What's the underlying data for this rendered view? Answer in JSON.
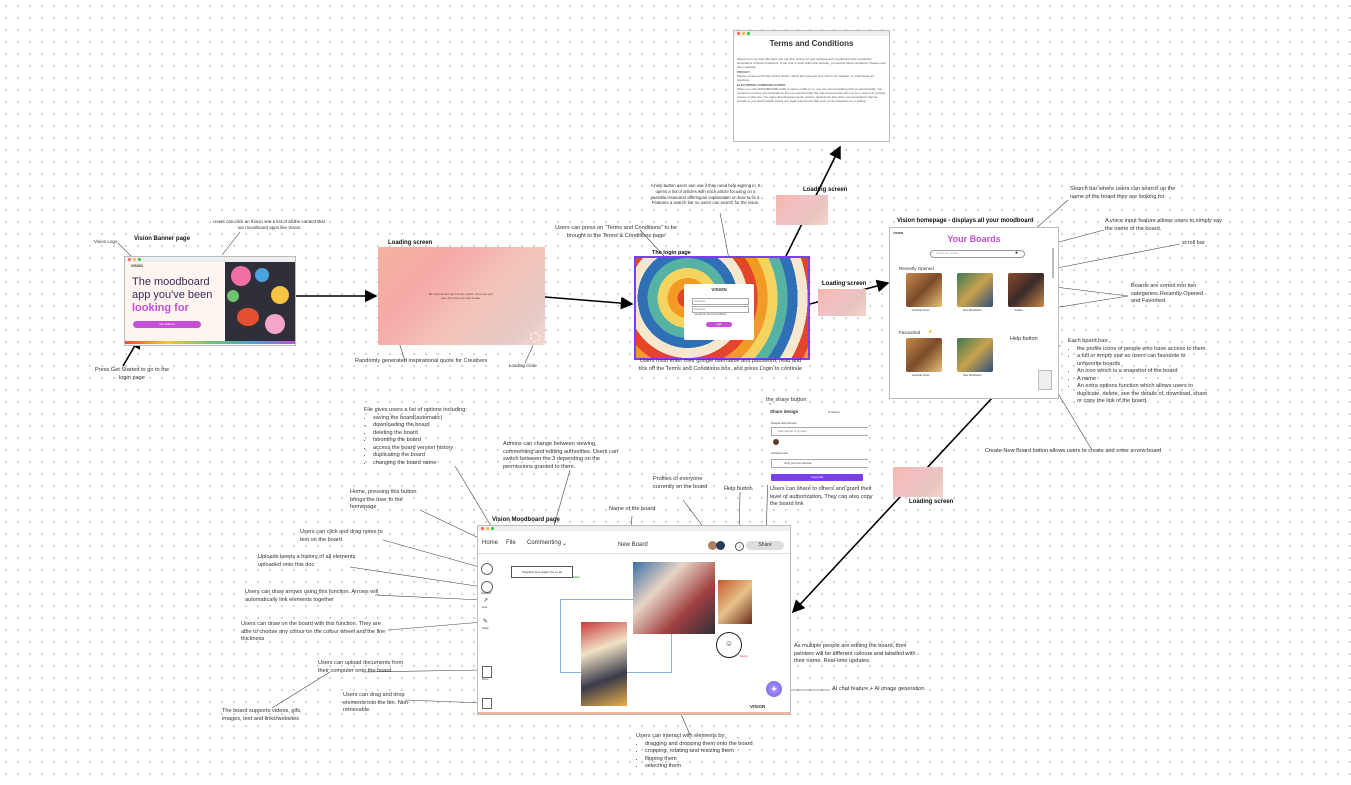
{
  "banner": {
    "title": "Vision Banner page",
    "logo_label": "Vision Logo",
    "menu_note": "Users can click on this to see a list of all the content that our moodboard apps like Vision",
    "headline_1": "The moodboard",
    "headline_2": "app you've been",
    "headline_3": "looking for",
    "get_started": "Get Started",
    "brand": "VISION",
    "press_note": "Press Get Started to go to the login page"
  },
  "loading1": {
    "title": "Loading screen",
    "quote": "Be curious and open to the world - the more you see, the more you can create.",
    "quote_note": "Randomly generated inspirational quote for Creatives",
    "circle_note": "Loading circle"
  },
  "terms": {
    "title": "Terms and Conditions",
    "p1": "Welcome to our site! Members can use this. Using our web software and moodboard tools constitutes acceptance of these conditions. If you visit or shop within this website, you accept these conditions. Please read them carefully.",
    "h_privacy": "PRIVACY",
    "p2": "Please review our Privacy Policy Notice, which also governs your visit to our website, to understand our practices.",
    "h_elec": "ELECTRONIC COMMUNICATIONS",
    "p3": "When you visit VISIONBOARD.COM or send e-mails to us, you are communicating with us electronically. You consent to receive communications from us electronically. We will communicate with you by e-mail or by posting notices on this site. You agree that all agreements, notices, disclosures and other communications that we provide to you electronically satisfy any legal requirement that such communications be in writing."
  },
  "login": {
    "title": "The login page",
    "help_note": "A help button users can use if they need help signing in. It opens a list of articles with each article focusing on a possible issue and offering an explanation on how to fix it. Features a search bar so users can search for the issue.",
    "terms_note": "Users can press on \"Terms and Conditions\" to be brought to the Terms & Conditions page",
    "brand": "VISION",
    "username": "Username",
    "password": "Password",
    "terms_check": "I accept the Terms & Conditions",
    "login_btn": "Login",
    "bottom_note": "Users must enter their google username and password, read and tick off the Terms and Conditions box, and press Login to continue"
  },
  "loading2": {
    "title": "Loading screen"
  },
  "loading3": {
    "title": "Loading screen"
  },
  "loading4": {
    "title": "Loading screen"
  },
  "home": {
    "title": "Vision homepage - displays all your moodboard",
    "heading": "Your Boards",
    "search_placeholder": "Search your boards",
    "brand": "VISION",
    "recent_label": "Recently Opened",
    "fav_label": "Favourited",
    "board_names": [
      "Aesthetic Flows",
      "New Moodboard",
      "Untitled",
      "Aesthetic Flows",
      "New Moodboard"
    ],
    "help_label": "Help button",
    "search_note": "Search bar where users can search up the name of the board they are looking for.",
    "voice_note": "A voice input feature allows users to simply say the name of the board.",
    "scroll_note": "scroll bar",
    "sort_note": "Boards are sorted into two categories: Recently Opened and Favorited",
    "each_title": "Each board has:",
    "each_items": [
      "the profile icons of people who have access to them.",
      "a full or empty star so users can favourite or unfavorite boards",
      "An icon which is a snapshot of the board",
      "A name",
      "An extra options function which allows users to duplicate, delete, see the details of, download, share or copy the link of the board"
    ],
    "create_note": "Create New Board button allows users to create and enter a new board"
  },
  "share": {
    "title": "the share button",
    "panel_title": "Share design",
    "visitors": "0 visitors",
    "people_label": "People with access",
    "add_placeholder": "Add people or groups",
    "access_label": "Access level",
    "access_value": "Only you can access",
    "copy_btn": "Copy link",
    "note": "Users can share to others and grant their level of authorization. They can also copy the board link"
  },
  "board": {
    "title": "Vision Moodboard page",
    "home": "Home",
    "file": "File",
    "mode": "Commenting",
    "name": "New Board",
    "share": "Share",
    "sticky": "Shayla(t) and spawn (fix vs.ai)",
    "cursor1": "Mark",
    "cursor2": "Henry",
    "brand": "VISION",
    "tool_upload": "Uploads",
    "tool_line": "Line",
    "tool_draw": "Draw",
    "tool_docs": "Docs",
    "tool_bin": "Bin"
  },
  "board_notes": {
    "file": "File gives users a list of options including:",
    "file_items": [
      "saving the board(automatic)",
      "downloading the board",
      "deleting the board",
      "favoriting the board",
      "access the board version history",
      "duplicating the board",
      "changing the board name"
    ],
    "admin": "Admins can change between viewing, commenting and editing authorities. Users can switch between the 3 depending on the permissions granted to them.",
    "home": "Home, pressing this button brings the user to the homepage",
    "profiles": "Profiles of everyone currently on the board",
    "help": "Help button",
    "name": "Name of the board",
    "notes": "Users can click and drag notes to text on the board",
    "uploads": "Uploads keeps a history of all elements uploaded onto this doc",
    "arrows": "Users can draw arrows using this function. Arrows will automatically link elements together",
    "draw": "Users can draw on the board with this function. They are able to choose any colour on the colour wheel and the line thickness",
    "docs": "Users can upload documents from their computer onto the board",
    "bin": "Users can drag and drop elements into the bin. Non-retrievable.",
    "media": "The board supports videos, gifs, images, text and links/websites",
    "pointers": "As multiple people are editing the board, their pointers will be different colours and labelled with their name. Real-time updates.",
    "ai": "AI chat feature + AI image generation",
    "interact": "Users can interact with elements by:",
    "interact_items": [
      "dragging and dropping them onto the board",
      "cropping, rotating and resizing them",
      "flipping them",
      "selecting them"
    ]
  }
}
